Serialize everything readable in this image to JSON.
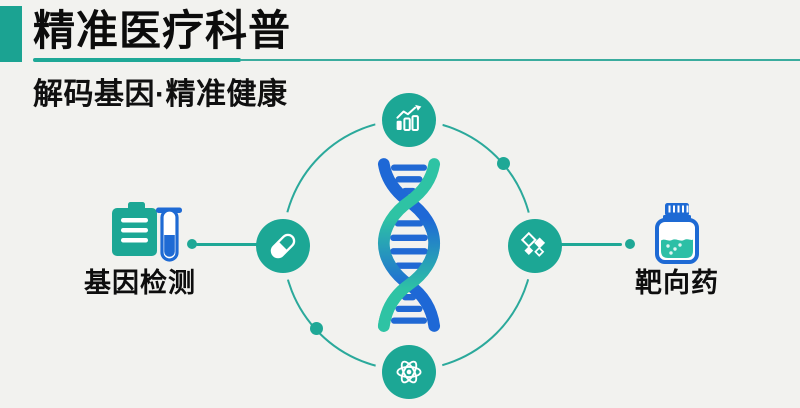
{
  "header": {
    "title": "精准医疗科普",
    "subtitle": "解码基因·精准健康"
  },
  "diagram": {
    "center_icon": "dna-double-helix",
    "orbit_nodes": [
      {
        "position": "top",
        "icon": "growth-chart-icon"
      },
      {
        "position": "left",
        "icon": "capsule-icon"
      },
      {
        "position": "right",
        "icon": "molecule-diamonds-icon"
      },
      {
        "position": "bottom",
        "icon": "atom-icon"
      }
    ],
    "left_feature": {
      "label": "基因检测",
      "icon": "medical-report-testtube-icon"
    },
    "right_feature": {
      "label": "靶向药",
      "icon": "medicine-bottle-icon"
    }
  },
  "colors": {
    "brand_teal": "#1CA795",
    "dna_teal": "#2EC3A4",
    "dna_blue": "#1E68D6",
    "background": "#F2F2EF",
    "text": "#0D0D0D"
  }
}
